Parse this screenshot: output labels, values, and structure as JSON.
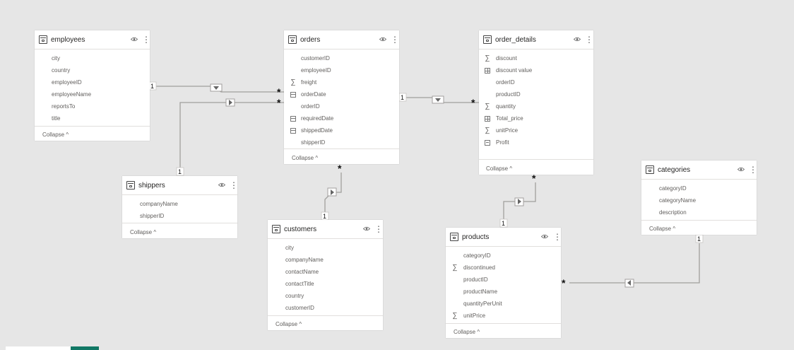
{
  "tables": {
    "employees": {
      "title": "employees",
      "fields": [
        "city",
        "country",
        "employeeID",
        "employeeName",
        "reportsTo",
        "title"
      ],
      "collapse": "Collapse ^"
    },
    "orders": {
      "title": "orders",
      "fields": [
        "customerID",
        "employeeID",
        "freight",
        "orderDate",
        "orderID",
        "requiredDate",
        "shippedDate",
        "shipperID"
      ],
      "collapse": "Collapse ^"
    },
    "order_details": {
      "title": "order_details",
      "fields": [
        "discount",
        "discount value",
        "orderID",
        "productID",
        "quantity",
        "Total_price",
        "unitPrice",
        "Profit"
      ],
      "collapse": "Collapse ^"
    },
    "shippers": {
      "title": "shippers",
      "fields": [
        "companyName",
        "shipperID"
      ],
      "collapse": "Collapse ^"
    },
    "customers": {
      "title": "customers",
      "fields": [
        "city",
        "companyName",
        "contactName",
        "contactTitle",
        "country",
        "customerID"
      ],
      "collapse": "Collapse ^"
    },
    "products": {
      "title": "products",
      "fields": [
        "categoryID",
        "discontinued",
        "productID",
        "productName",
        "quantityPerUnit",
        "unitPrice"
      ],
      "collapse": "Collapse ^"
    },
    "categories": {
      "title": "categories",
      "fields": [
        "categoryID",
        "categoryName",
        "description"
      ],
      "collapse": "Collapse ^"
    }
  },
  "icons": {
    "header": "table-icon",
    "visibility": "eye-icon",
    "menu": "more-options-icon",
    "sum": "sigma-icon",
    "date": "calendar-icon",
    "calc": "calculated-column-icon",
    "measure": "measure-icon"
  },
  "relationships": [
    {
      "from": "employees",
      "to": "orders",
      "from_cardinality": "1",
      "to_cardinality": "*"
    },
    {
      "from": "shippers",
      "to": "orders",
      "from_cardinality": "1",
      "to_cardinality": "*"
    },
    {
      "from": "orders",
      "to": "order_details",
      "from_cardinality": "1",
      "to_cardinality": "*"
    },
    {
      "from": "customers",
      "to": "orders",
      "from_cardinality": "1",
      "to_cardinality": "*"
    },
    {
      "from": "products",
      "to": "order_details",
      "from_cardinality": "1",
      "to_cardinality": "*"
    },
    {
      "from": "categories",
      "to": "products",
      "from_cardinality": "1",
      "to_cardinality": "*"
    }
  ],
  "colors": {
    "canvas": "#e6e6e6",
    "card": "#ffffff",
    "line": "#999999",
    "active_tab": "#117865"
  }
}
